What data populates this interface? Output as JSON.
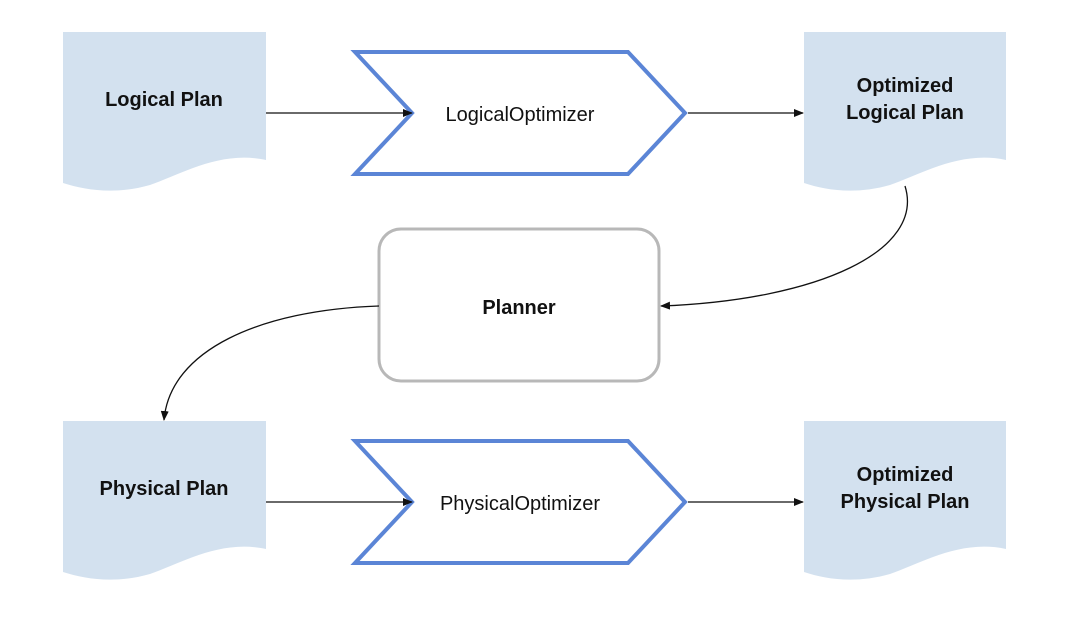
{
  "colors": {
    "document_fill": "#d3e1ef",
    "chevron_stroke": "#5b85d6",
    "planner_stroke": "#b8b8b8",
    "arrow": "#111111"
  },
  "nodes": {
    "logical_plan": {
      "lines": [
        "Logical Plan"
      ],
      "shape": "document"
    },
    "logical_optimizer": {
      "lines": [
        "LogicalOptimizer"
      ],
      "shape": "chevron"
    },
    "optimized_logical_plan": {
      "lines": [
        "Optimized",
        "Logical Plan"
      ],
      "shape": "document"
    },
    "planner": {
      "lines": [
        "Planner"
      ],
      "shape": "rounded-rectangle"
    },
    "physical_plan": {
      "lines": [
        "Physical Plan"
      ],
      "shape": "document"
    },
    "physical_optimizer": {
      "lines": [
        "PhysicalOptimizer"
      ],
      "shape": "chevron"
    },
    "optimized_physical_plan": {
      "lines": [
        "Optimized",
        "Physical Plan"
      ],
      "shape": "document"
    }
  },
  "edges": [
    {
      "from": "logical_plan",
      "to": "logical_optimizer"
    },
    {
      "from": "logical_optimizer",
      "to": "optimized_logical_plan"
    },
    {
      "from": "optimized_logical_plan",
      "to": "planner"
    },
    {
      "from": "planner",
      "to": "physical_plan"
    },
    {
      "from": "physical_plan",
      "to": "physical_optimizer"
    },
    {
      "from": "physical_optimizer",
      "to": "optimized_physical_plan"
    }
  ]
}
